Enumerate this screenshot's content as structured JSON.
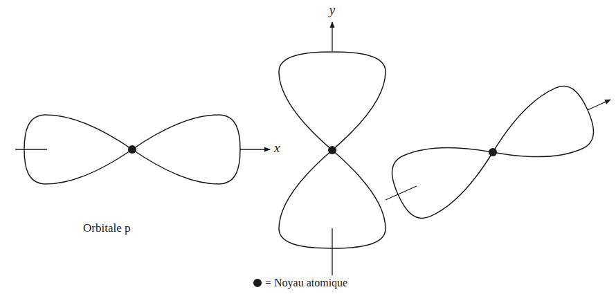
{
  "diagram": {
    "labels": [
      "x",
      "y",
      "Orbitale p"
    ],
    "legend": [
      {
        "text": "= Noyau atomique"
      }
    ]
  }
}
